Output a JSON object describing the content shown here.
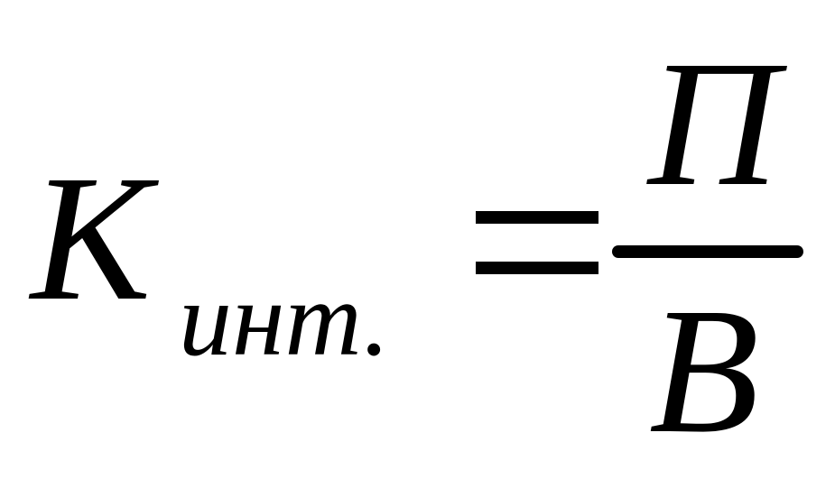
{
  "formula": {
    "lhs_symbol": "K",
    "lhs_subscript": "инт.",
    "relation": "=",
    "numerator": "П",
    "denominator": "B"
  }
}
